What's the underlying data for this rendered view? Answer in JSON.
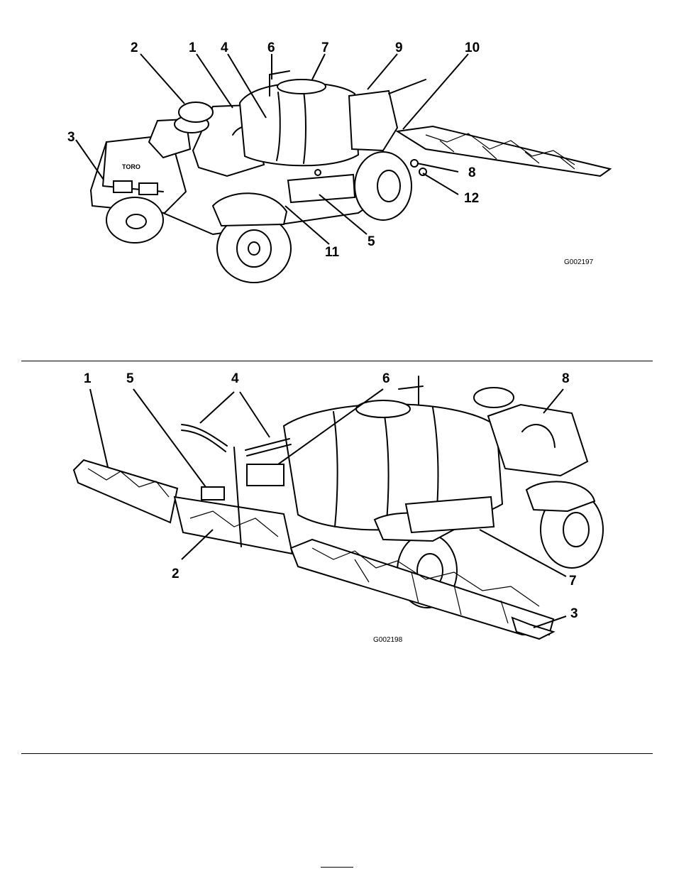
{
  "figure1": {
    "code": "G002197",
    "callouts": [
      "2",
      "1",
      "4",
      "6",
      "7",
      "9",
      "10",
      "3",
      "8",
      "12",
      "11",
      "5"
    ]
  },
  "figure2": {
    "code": "G002198",
    "callouts": [
      "1",
      "5",
      "4",
      "6",
      "8",
      "2",
      "7",
      "3"
    ]
  }
}
